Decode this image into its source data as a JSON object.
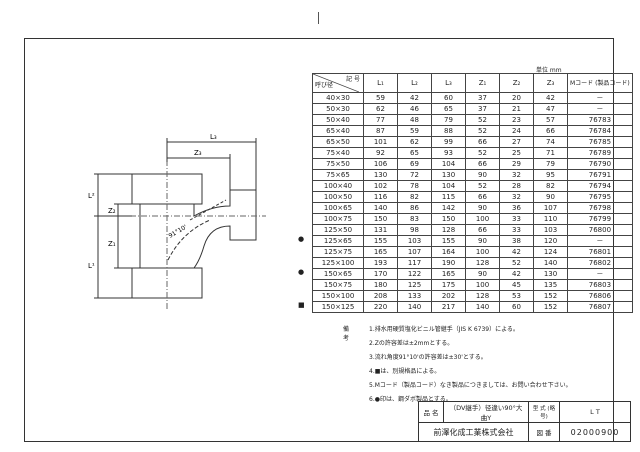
{
  "header": {
    "unit": "単位 mm"
  },
  "table": {
    "head_symbol": "記 号",
    "head_nominal": "呼び径",
    "columns": [
      "L₁",
      "L₂",
      "L₃",
      "Z₁",
      "Z₂",
      "Z₃"
    ],
    "code_head": "Mコード (製品コード)",
    "rows": [
      {
        "mark": "",
        "nominal": "40×30",
        "vals": [
          "59",
          "42",
          "60",
          "37",
          "20",
          "42"
        ],
        "code": "－"
      },
      {
        "mark": "",
        "nominal": "50×30",
        "vals": [
          "62",
          "46",
          "65",
          "37",
          "21",
          "47"
        ],
        "code": "－"
      },
      {
        "mark": "",
        "nominal": "50×40",
        "vals": [
          "77",
          "48",
          "79",
          "52",
          "23",
          "57"
        ],
        "code": "76783"
      },
      {
        "mark": "",
        "nominal": "65×40",
        "vals": [
          "87",
          "59",
          "88",
          "52",
          "24",
          "66"
        ],
        "code": "76784"
      },
      {
        "mark": "",
        "nominal": "65×50",
        "vals": [
          "101",
          "62",
          "99",
          "66",
          "27",
          "74"
        ],
        "code": "76785"
      },
      {
        "mark": "",
        "nominal": "75×40",
        "vals": [
          "92",
          "65",
          "93",
          "52",
          "25",
          "71"
        ],
        "code": "76789"
      },
      {
        "mark": "",
        "nominal": "75×50",
        "vals": [
          "106",
          "69",
          "104",
          "66",
          "29",
          "79"
        ],
        "code": "76790"
      },
      {
        "mark": "",
        "nominal": "75×65",
        "vals": [
          "130",
          "72",
          "130",
          "90",
          "32",
          "95"
        ],
        "code": "76791"
      },
      {
        "mark": "",
        "nominal": "100×40",
        "vals": [
          "102",
          "78",
          "104",
          "52",
          "28",
          "82"
        ],
        "code": "76794"
      },
      {
        "mark": "",
        "nominal": "100×50",
        "vals": [
          "116",
          "82",
          "115",
          "66",
          "32",
          "90"
        ],
        "code": "76795"
      },
      {
        "mark": "",
        "nominal": "100×65",
        "vals": [
          "140",
          "86",
          "142",
          "90",
          "36",
          "107"
        ],
        "code": "76798"
      },
      {
        "mark": "",
        "nominal": "100×75",
        "vals": [
          "150",
          "83",
          "150",
          "100",
          "33",
          "110"
        ],
        "code": "76799"
      },
      {
        "mark": "",
        "nominal": "125×50",
        "vals": [
          "131",
          "98",
          "128",
          "66",
          "33",
          "103"
        ],
        "code": "76800"
      },
      {
        "mark": "●",
        "nominal": "125×65",
        "vals": [
          "155",
          "103",
          "155",
          "90",
          "38",
          "120"
        ],
        "code": "－"
      },
      {
        "mark": "",
        "nominal": "125×75",
        "vals": [
          "165",
          "107",
          "164",
          "100",
          "42",
          "124"
        ],
        "code": "76801"
      },
      {
        "mark": "",
        "nominal": "125×100",
        "vals": [
          "193",
          "117",
          "190",
          "128",
          "52",
          "140"
        ],
        "code": "76802"
      },
      {
        "mark": "●",
        "nominal": "150×65",
        "vals": [
          "170",
          "122",
          "165",
          "90",
          "42",
          "130"
        ],
        "code": "－"
      },
      {
        "mark": "",
        "nominal": "150×75",
        "vals": [
          "180",
          "125",
          "175",
          "100",
          "45",
          "135"
        ],
        "code": "76803"
      },
      {
        "mark": "",
        "nominal": "150×100",
        "vals": [
          "208",
          "133",
          "202",
          "128",
          "53",
          "152"
        ],
        "code": "76806"
      },
      {
        "mark": "■",
        "nominal": "150×125",
        "vals": [
          "220",
          "140",
          "217",
          "140",
          "60",
          "152"
        ],
        "code": "76807"
      }
    ]
  },
  "drawing": {
    "dims": [
      "L₃",
      "Z₃",
      "L²",
      "Z₂",
      "Z₁",
      "L¹"
    ],
    "angle": "91°10'"
  },
  "notes": {
    "label": "備 考",
    "items": [
      "1.排水用硬質塩化ビニル管継手（JIS K 6739）による。",
      "2.Zの許容差は±2mmとする。",
      "3.流れ角度91°10'の許容差は±30'とする。",
      "4.■は、別規格品による。",
      "5.Mコード（製品コード）なき製品につきましては、お問い合わせ下さい。",
      "6.●印は、鋼ダボ製品とする。"
    ]
  },
  "title_block": {
    "name_label": "品 名",
    "name": "（DV継手）径違い90°大曲Y",
    "type_label": "型 式 (略号)",
    "type": "L T",
    "company": "前澤化成工業株式会社",
    "no_label": "図 番",
    "no": "02000900"
  }
}
